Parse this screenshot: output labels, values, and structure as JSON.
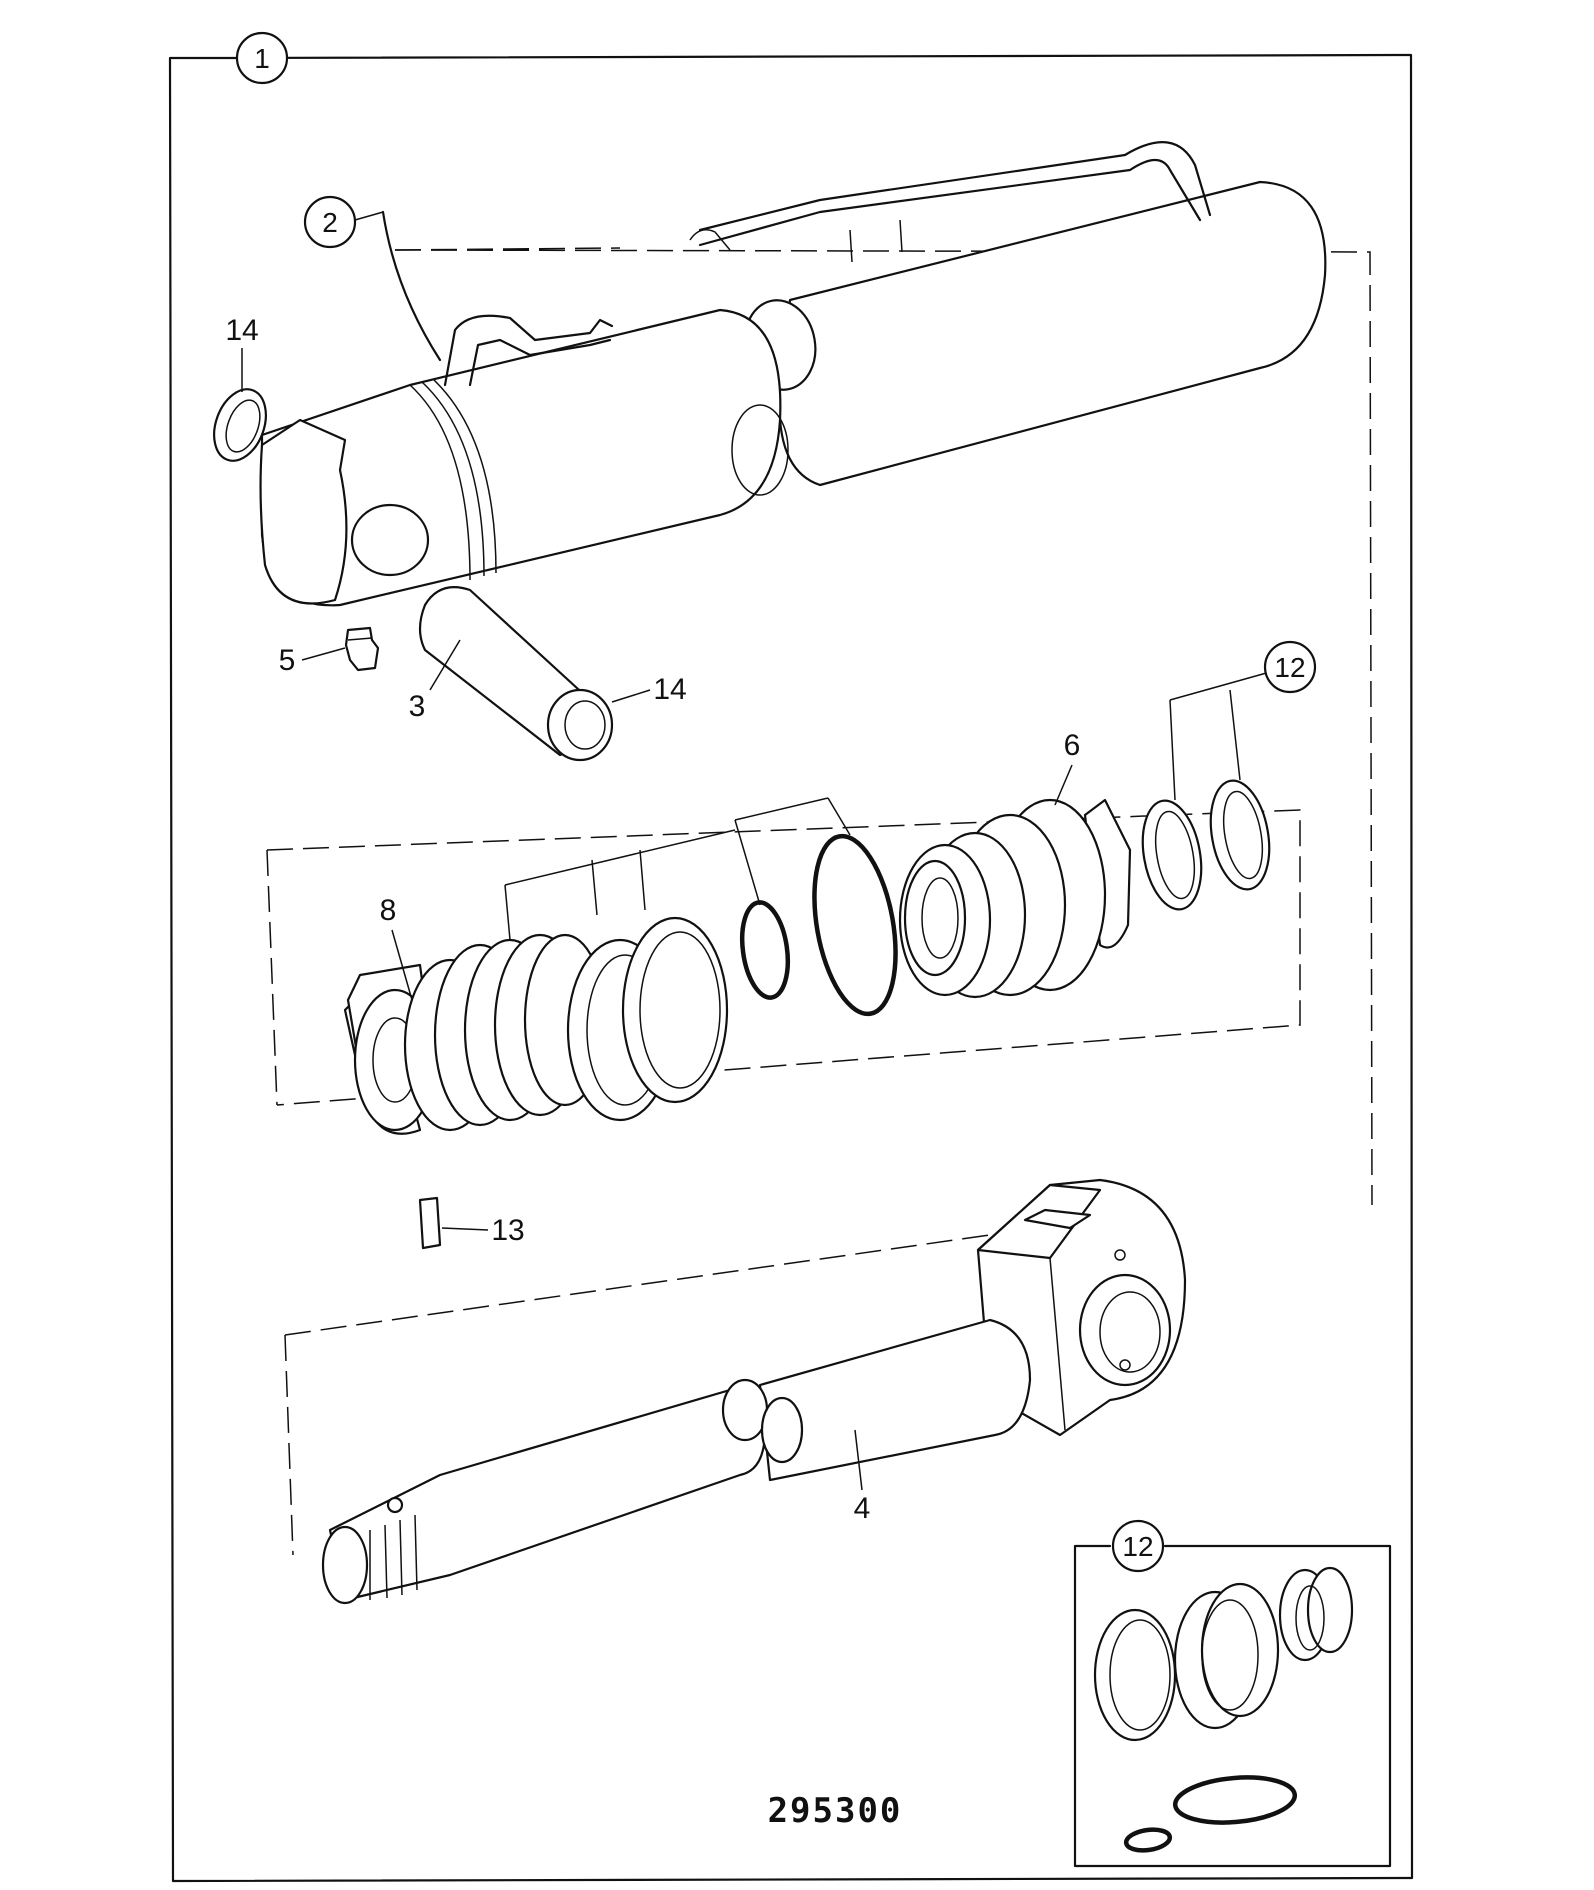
{
  "diagram": {
    "drawing_number": "295300",
    "callouts": {
      "c1": "1",
      "c2": "2",
      "c3": "3",
      "c4": "4",
      "c5": "5",
      "c6": "6",
      "c8": "8",
      "c12_main": "12",
      "c12_inset": "12",
      "c13": "13",
      "c14_top": "14",
      "c14_sleeve": "14"
    }
  }
}
